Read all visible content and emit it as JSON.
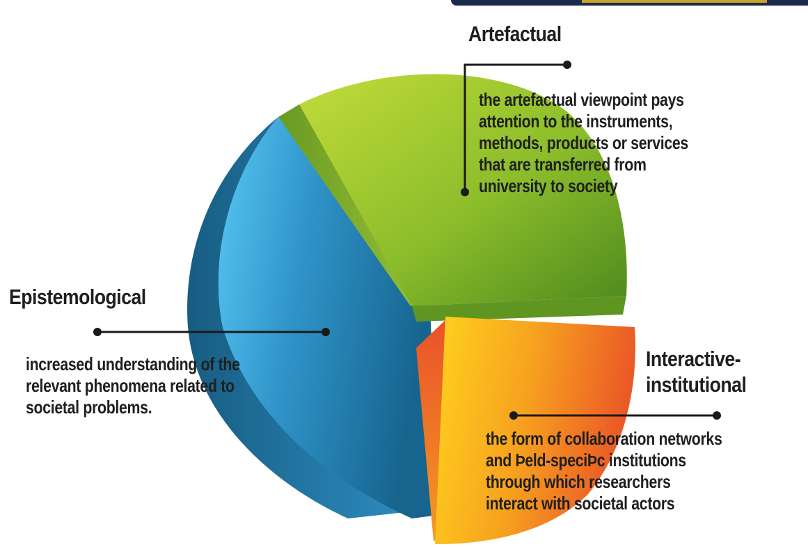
{
  "segments": [
    {
      "title": "Artefactual",
      "lines": [
        " the artefactual viewpoint pays",
        "attention to the instruments,",
        "methods, products or services",
        "that are transferred from",
        "university to society"
      ],
      "color": "#7fb52a"
    },
    {
      "title": "Epistemological",
      "lines": [
        "increased understanding of the",
        "relevant phenomena related to",
        "societal problems."
      ],
      "color": "#2a8fc4"
    },
    {
      "title_lines": [
        "Interactive-",
        "institutional"
      ],
      "lines": [
        "the form of collaboration networks",
        "and Þeld-speciÞc institutions",
        "through which researchers",
        "interact with societal actors"
      ],
      "color": "#f29a1f"
    }
  ]
}
